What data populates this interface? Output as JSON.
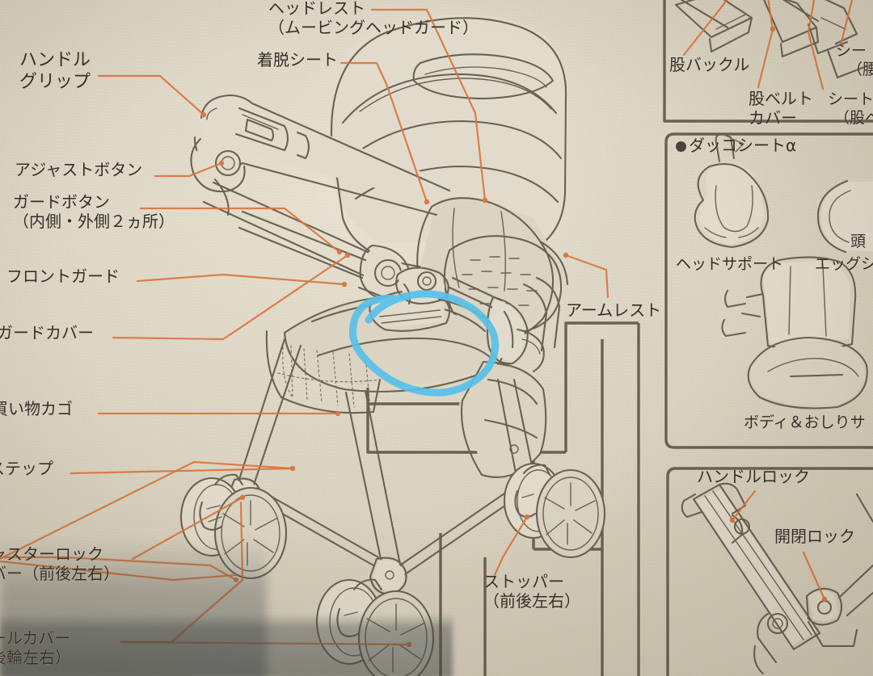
{
  "document": {
    "kind": "stroller-parts-diagram",
    "language": "ja",
    "paper_color": "#ded6c5",
    "ink_color": "#6a6152",
    "leader_line_color": "#d8763f",
    "annotation_color": "#57c0e9"
  },
  "left_labels": [
    {
      "id": "handle-grip",
      "lines": [
        "ハンドル",
        "グリップ"
      ]
    },
    {
      "id": "adjust-button",
      "lines": [
        "アジャストボタン"
      ]
    },
    {
      "id": "guard-button",
      "lines": [
        "ガードボタン",
        "（内側・外側２ヵ所）"
      ]
    },
    {
      "id": "front-guard",
      "lines": [
        "フロントガード"
      ]
    },
    {
      "id": "guard-cover",
      "lines": [
        "ガードカバー"
      ]
    },
    {
      "id": "shopping-basket",
      "lines": [
        "買い物カゴ"
      ]
    },
    {
      "id": "step",
      "lines": [
        "ステップ"
      ]
    },
    {
      "id": "caster-lock",
      "lines": [
        "ャスターロック",
        "バー（前後左右）"
      ]
    },
    {
      "id": "wheel-cover",
      "lines": [
        "ールカバー",
        "後輪左右）"
      ]
    }
  ],
  "top_labels": [
    {
      "id": "headrest",
      "lines": [
        "ヘッドレスト",
        "（ムービングヘッドガード）"
      ]
    },
    {
      "id": "removable-seat",
      "lines": [
        "着脱シート"
      ]
    }
  ],
  "center_labels": [
    {
      "id": "armrest",
      "lines": [
        "アームレスト"
      ]
    },
    {
      "id": "stopper",
      "lines": [
        "ストッパー",
        "（前後左右）"
      ]
    }
  ],
  "right_panel_top": {
    "labels": [
      {
        "id": "crotch-buckle",
        "lines": [
          "股バックル"
        ]
      },
      {
        "id": "crotch-belt-cover",
        "lines": [
          "股ベルト",
          "カバー"
        ]
      },
      {
        "id": "seat-waist-belt",
        "lines": [
          "シー",
          "（腰ベ"
        ]
      },
      {
        "id": "seat-crotch-belt",
        "lines": [
          "シート",
          "（股ベ"
        ]
      }
    ]
  },
  "right_panel_dakko": {
    "heading": "ダッコシートα",
    "items": [
      {
        "id": "head-support",
        "label": "ヘッドサポート"
      },
      {
        "id": "egg-shell",
        "label": "エッグシ"
      },
      {
        "id": "head-part",
        "label": "頭"
      },
      {
        "id": "body-hip",
        "label": "ボディ＆おしりサ"
      }
    ]
  },
  "right_panel_lock": {
    "labels": [
      {
        "id": "handle-lock",
        "label": "ハンドルロック"
      },
      {
        "id": "open-close-lock",
        "label": "開閉ロック"
      }
    ]
  },
  "annotation": {
    "id": "blue-circle-highlight",
    "shape": "hand-drawn-ellipse",
    "color": "#57c0e9",
    "target": "seat / front-guard area"
  }
}
